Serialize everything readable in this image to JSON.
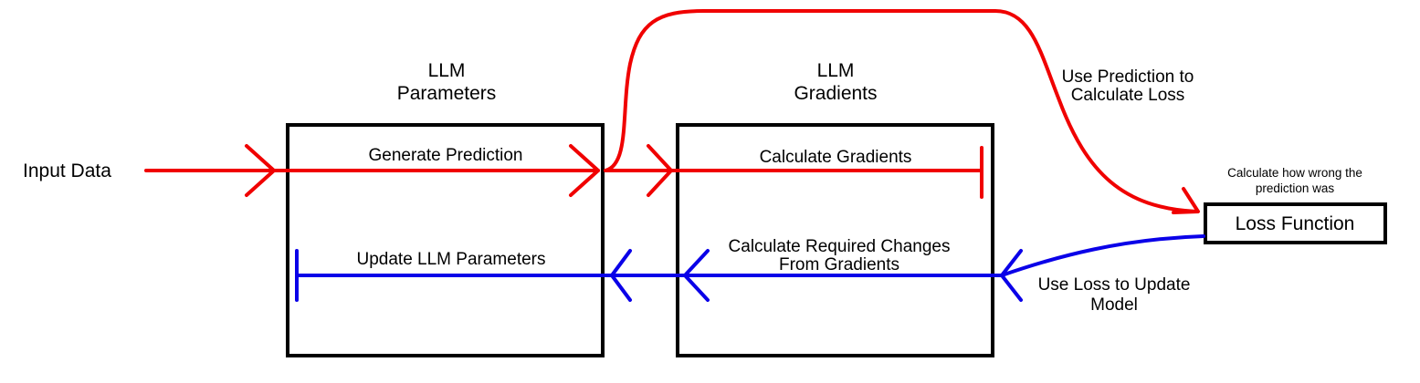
{
  "colors": {
    "forward": "#f00000",
    "backward": "#0a00e8",
    "box_border": "#000000",
    "background": "#ffffff"
  },
  "nodes": {
    "input_data": "Input Data",
    "parameters_box_title": [
      "LLM",
      "Parameters"
    ],
    "gradients_box_title": [
      "LLM",
      "Gradients"
    ],
    "loss_function": "Loss Function",
    "loss_function_caption": [
      "Calculate how wrong the",
      "prediction was"
    ]
  },
  "edges": {
    "generate_prediction": "Generate Prediction",
    "calculate_gradients": "Calculate Gradients",
    "update_parameters": "Update LLM Parameters",
    "calculate_changes": [
      "Calculate Required Changes",
      "From Gradients"
    ],
    "use_prediction": [
      "Use Prediction to",
      "Calculate Loss"
    ],
    "use_loss": [
      "Use Loss to Update",
      "Model"
    ]
  }
}
